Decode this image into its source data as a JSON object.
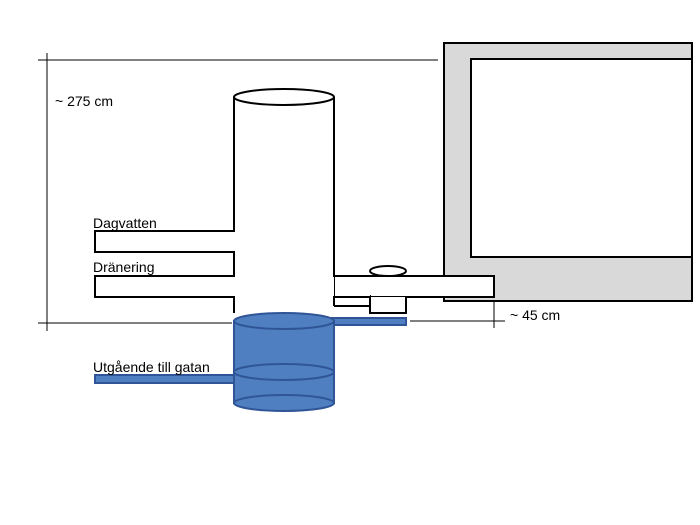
{
  "labels": {
    "height_dim": "~ 275 cm",
    "depth_dim": "~ 45 cm",
    "dagvatten": "Dagvatten",
    "dranering": "Dränering",
    "utgaende": "Utgående till gatan"
  },
  "colors": {
    "water": "#4f7fc0",
    "water_dark": "#2f5597",
    "house_wall": "#d9d9d9",
    "outline": "#000000"
  }
}
